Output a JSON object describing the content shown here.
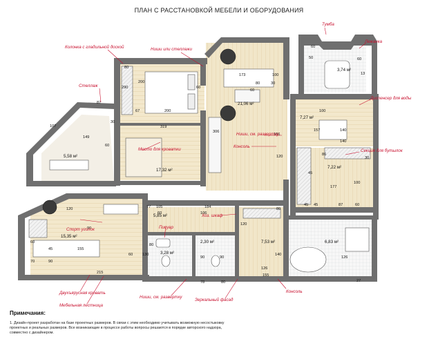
{
  "title": "ПЛАН С РАССТАНОВКОЙ МЕБЕЛИ И ОБОРУДОВАНИЯ",
  "labels": {
    "tumba": "Тумба",
    "lezhanka": "Лежанка",
    "kolonka": "Колонка с гладильной доской",
    "nishi_stellazhi": "Ниши или стеллажи",
    "stellazh": "Стеллаж",
    "dispenser": "Диспенсер для воды",
    "sekciya": "Секция для бутылок",
    "nishi_razvertka_1": "Ниши, см. развертку",
    "konsol_1": "Консоль",
    "mesto_krovatki": "Место для кроватки",
    "pisuar": "Писуар",
    "sport_ugolok": "Спорт уголок",
    "hoz_shkaf": "Хоз. шкаф",
    "dvuh_krovat": "Двухъярусная кровать",
    "mebel_lestnica": "Мебельная лестница",
    "nishi_razvertka_2": "Ниши, см. развертку",
    "zerkal_fasad": "Зеркальный фасад",
    "konsol_2": "Консоль"
  },
  "rooms": {
    "r1": "5,58 м²",
    "r2": "17,32 м²",
    "r3": "21,06 м²",
    "r4": "3,74 м²",
    "r5": "7,27 м²",
    "r6": "7,22 м²",
    "r7": "15,35 м²",
    "r8": "5,85 м²",
    "r9": "3,28 м²",
    "r10": "2,30 м²",
    "r11": "7,53 м²",
    "r12": "6,83 м²"
  },
  "dims": {
    "d60a": "60",
    "d50a": "50",
    "d60b": "60",
    "d13": "13",
    "d80a": "80",
    "d87": "87",
    "d67": "67",
    "d200a": "200",
    "d200b": "200",
    "d290": "290",
    "d60c": "60",
    "d319": "319",
    "d173": "173",
    "d100a": "100",
    "d80b": "80",
    "d30a": "30",
    "d60d": "60",
    "d306": "306",
    "d186": "186",
    "d120a": "120",
    "d100b": "100",
    "d157": "157",
    "d140a": "140",
    "d140b": "140",
    "d30b": "30",
    "d86": "86",
    "d45a": "45",
    "d177": "177",
    "d100c": "100",
    "d45b": "45",
    "d87b": "87",
    "d60e": "60",
    "d45c": "45",
    "d107": "107",
    "d149": "149",
    "d30c": "30",
    "d60f": "60",
    "d120b": "120",
    "d60g": "60",
    "d90a": "90",
    "d45d": "45",
    "d155a": "155",
    "d70": "70",
    "d90b": "90",
    "d215": "215",
    "d60h": "60",
    "d77": "77",
    "d105": "105",
    "d184": "184",
    "d106": "106",
    "d60i": "60",
    "d130": "130",
    "d80c": "80",
    "d120c": "120",
    "d80d": "80",
    "d90c": "90",
    "d90d": "90",
    "d140c": "140",
    "d126a": "126",
    "d155b": "155",
    "d126b": "126",
    "d27": "27",
    "d78": "78",
    "d80e": "80"
  },
  "notes": {
    "heading": "Примечания:",
    "note1": "1. Дизайн-проект разработан на базе проектных размеров. В связи с этим необходимо учитывать возможную несостыковку проектных и реальных размеров. Все возникающие в процессе работы вопросы решаются в порядке авторского надзора, совместно с дизайнером."
  }
}
